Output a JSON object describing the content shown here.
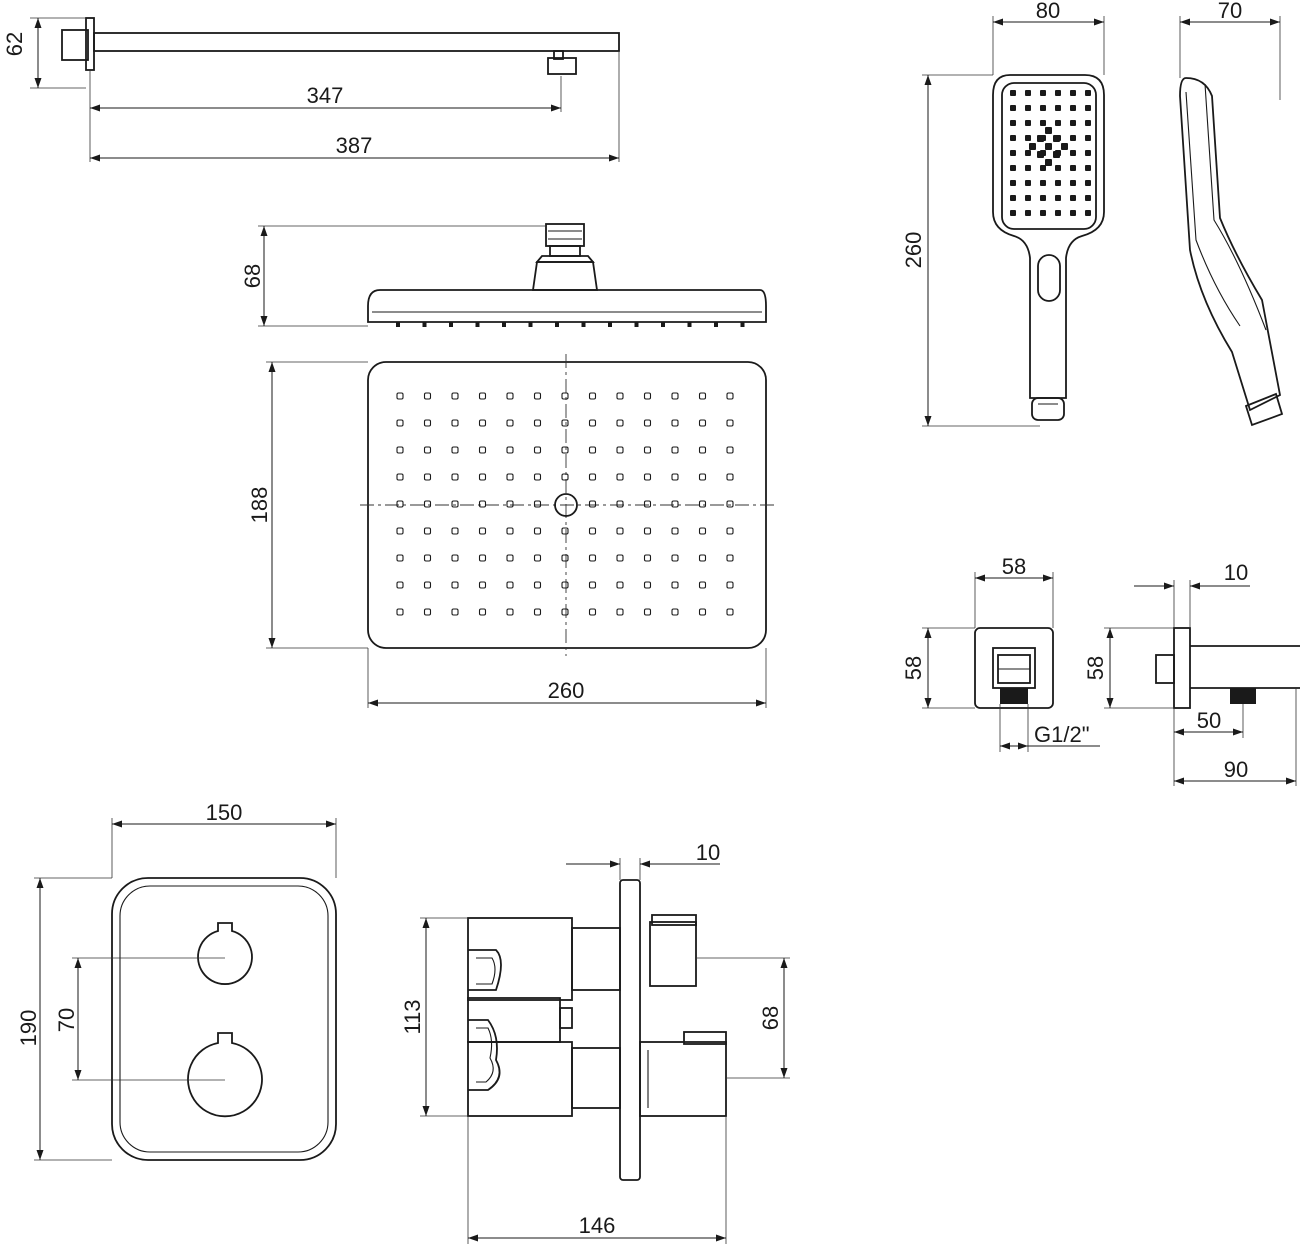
{
  "dimensions": {
    "arm_height": "62",
    "arm_length_347": "347",
    "arm_length_387": "387",
    "head_height": "68",
    "head_depth": "188",
    "head_width": "260",
    "hand_width": "80",
    "hand_depth": "70",
    "hand_length": "260",
    "outlet_width": "58",
    "outlet_height_front": "58",
    "outlet_plate": "10",
    "outlet_height_side": "58",
    "outlet_thread": "G1/2\"",
    "outlet_offset": "50",
    "outlet_total": "90",
    "valve_width": "150",
    "valve_height": "190",
    "valve_knob_spacing": "70",
    "body_plate": "10",
    "body_height": "113",
    "body_outlet_spacing": "68",
    "body_depth": "146"
  }
}
